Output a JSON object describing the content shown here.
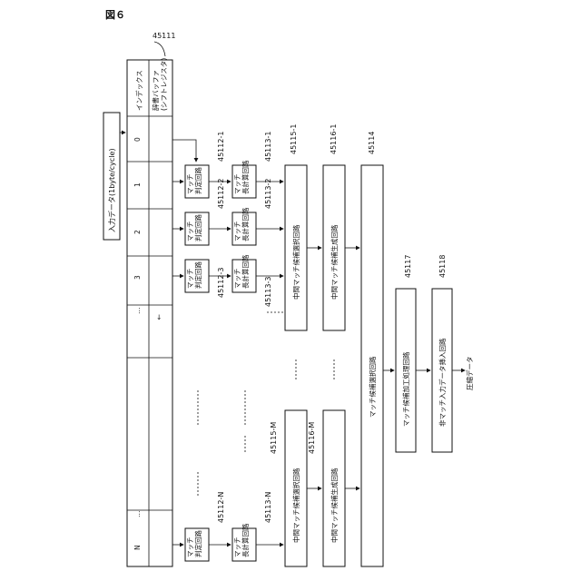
{
  "figure_title": "図６",
  "labels": {
    "input_data": "入力データ(1byte/cycle)",
    "index_header": "インデックス",
    "buffer_header": "辞書バッファ\n(シフトレジスタ)",
    "buffer_ref": "45111",
    "index_values": [
      "0",
      "1",
      "2",
      "3",
      "…",
      "…",
      "N"
    ],
    "match_judge": "マッチ\n判定回路",
    "length_calc": "マッチ\n長計算回路",
    "intermediate_select": "中間マッチ候補選択回路",
    "candidate_gen": "中間マッチ候補生成回路",
    "candidate_select": "マッチ候補選択回路",
    "candidate_process": "マッチ候補加工処理回路",
    "nonmatch_insert": "非マッチ入力データ挿入回路",
    "compressed": "圧縮データ"
  },
  "refs": {
    "judge": [
      "45112-1",
      "45112-2",
      "45112-3",
      "45112-N"
    ],
    "length": [
      "45113-1",
      "45113-2",
      "45113-3",
      "45113-N"
    ],
    "intermediate_select": [
      "45115-1",
      "45115-M"
    ],
    "candidate_gen": [
      "45116-1",
      "45116-M"
    ],
    "candidate_select": "45114",
    "candidate_process": "45117",
    "nonmatch_insert": "45118"
  }
}
